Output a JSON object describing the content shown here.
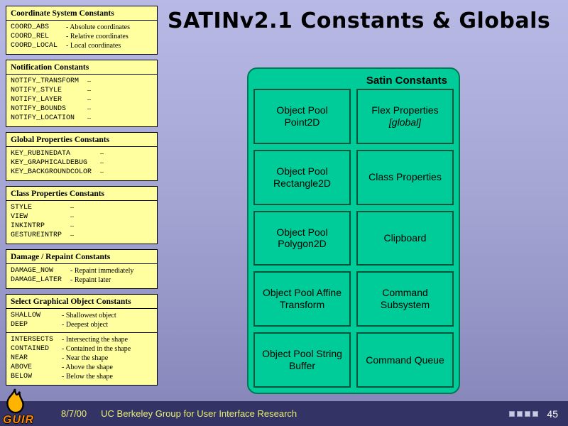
{
  "slide": {
    "title": "SATINv2.1 Constants & Globals"
  },
  "panels": [
    {
      "heading": "Coordinate System Constants",
      "entries": [
        {
          "name": "COORD_ABS",
          "desc": "- Absolute coordinates"
        },
        {
          "name": "COORD_REL",
          "desc": "- Relative coordinates"
        },
        {
          "name": "COORD_LOCAL",
          "desc": "- Local coordinates"
        }
      ]
    },
    {
      "heading": "Notification Constants",
      "entries": [
        {
          "name": "NOTIFY_TRANSFORM",
          "desc": "–"
        },
        {
          "name": "NOTIFY_STYLE",
          "desc": "–"
        },
        {
          "name": "NOTIFY_LAYER",
          "desc": "–"
        },
        {
          "name": "NOTIFY_BOUNDS",
          "desc": "–"
        },
        {
          "name": "NOTIFY_LOCATION",
          "desc": "–"
        }
      ]
    },
    {
      "heading": "Global Properties Constants",
      "entries": [
        {
          "name": "KEY_RUBINEDATA",
          "desc": "–"
        },
        {
          "name": "KEY_GRAPHICALDEBUG",
          "desc": "–"
        },
        {
          "name": "KEY_BACKGROUNDCOLOR",
          "desc": "–"
        }
      ]
    },
    {
      "heading": "Class Properties Constants",
      "entries": [
        {
          "name": "STYLE",
          "desc": "–"
        },
        {
          "name": "VIEW",
          "desc": "–"
        },
        {
          "name": "INKINTRP",
          "desc": "–"
        },
        {
          "name": "GESTUREINTRP",
          "desc": "–"
        }
      ]
    },
    {
      "heading": "Damage / Repaint Constants",
      "entries": [
        {
          "name": "DAMAGE_NOW",
          "desc": "- Repaint immediately"
        },
        {
          "name": "DAMAGE_LATER",
          "desc": "- Repaint later"
        }
      ]
    },
    {
      "heading": "Select Graphical Object Constants",
      "entries": [
        {
          "name": "SHALLOW",
          "desc": "- Shallowest object"
        },
        {
          "name": "DEEP",
          "desc": "- Deepest object",
          "divider_after": true
        },
        {
          "name": "INTERSECTS",
          "desc": "- Intersecting the shape"
        },
        {
          "name": "CONTAINED",
          "desc": "- Contained in the shape"
        },
        {
          "name": "NEAR",
          "desc": "- Near the shape"
        },
        {
          "name": "ABOVE",
          "desc": "- Above the shape"
        },
        {
          "name": "BELOW",
          "desc": "- Below the shape"
        }
      ]
    }
  ],
  "diagram": {
    "title": "Satin Constants",
    "cells": [
      {
        "text": "Object Pool Point2D"
      },
      {
        "text": "Flex Properties",
        "italic_line": "[global]"
      },
      {
        "text": "Object Pool Rectangle2D"
      },
      {
        "text": "Class Properties"
      },
      {
        "text": "Object Pool Polygon2D"
      },
      {
        "text": "Clipboard"
      },
      {
        "text": "Object Pool Affine Transform"
      },
      {
        "text": "Command Subsystem"
      },
      {
        "text": "Object Pool String Buffer"
      },
      {
        "text": "Command Queue"
      }
    ]
  },
  "footer": {
    "date": "8/7/00",
    "org": "UC Berkeley Group for User Interface Research",
    "page": "45",
    "logo_text": "GUIR",
    "nav_squares": 4
  },
  "colors": {
    "panel_bg": "#ffffa0",
    "diagram_bg": "#00cc99",
    "diagram_border": "#00543c",
    "footer_bg": "#333366",
    "footer_text": "#e8ef70",
    "bg_top": "#b9b9e6",
    "bg_bottom": "#8484b8",
    "logo_orange": "#ff8800"
  }
}
